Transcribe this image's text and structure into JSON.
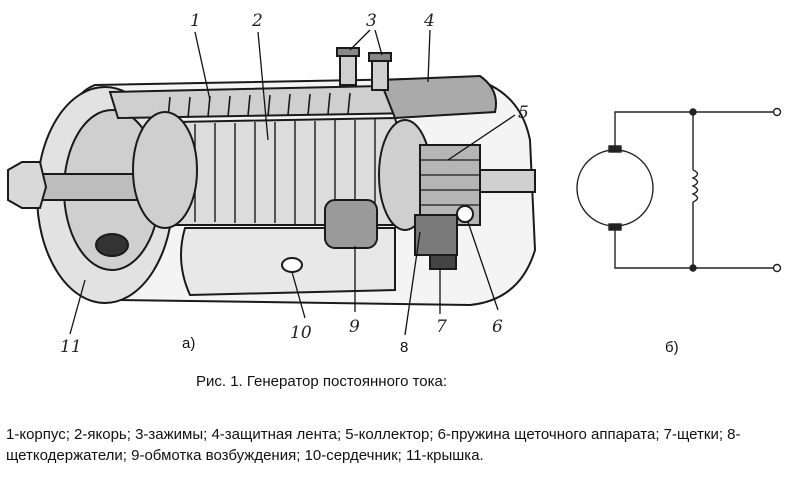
{
  "figure": {
    "callouts": {
      "n1": "1",
      "n2": "2",
      "n3": "3",
      "n4": "4",
      "n5": "5",
      "n6": "6",
      "n7": "7",
      "n8": "8",
      "n9": "9",
      "n10": "10",
      "n11": "11"
    },
    "sub_a": "а)",
    "sub_b": "б)"
  },
  "caption": "Рис.  1. Генератор постоянного тока:",
  "legend": "1-корпус;  2-якорь;  3-зажимы; 4-защитная лента;  5-коллектор;  6-пружина щеточного аппарата;  7-щетки;  8-щеткодержатели; 9-обмотка возбуждения; 10-сердечник; 11-крышка."
}
